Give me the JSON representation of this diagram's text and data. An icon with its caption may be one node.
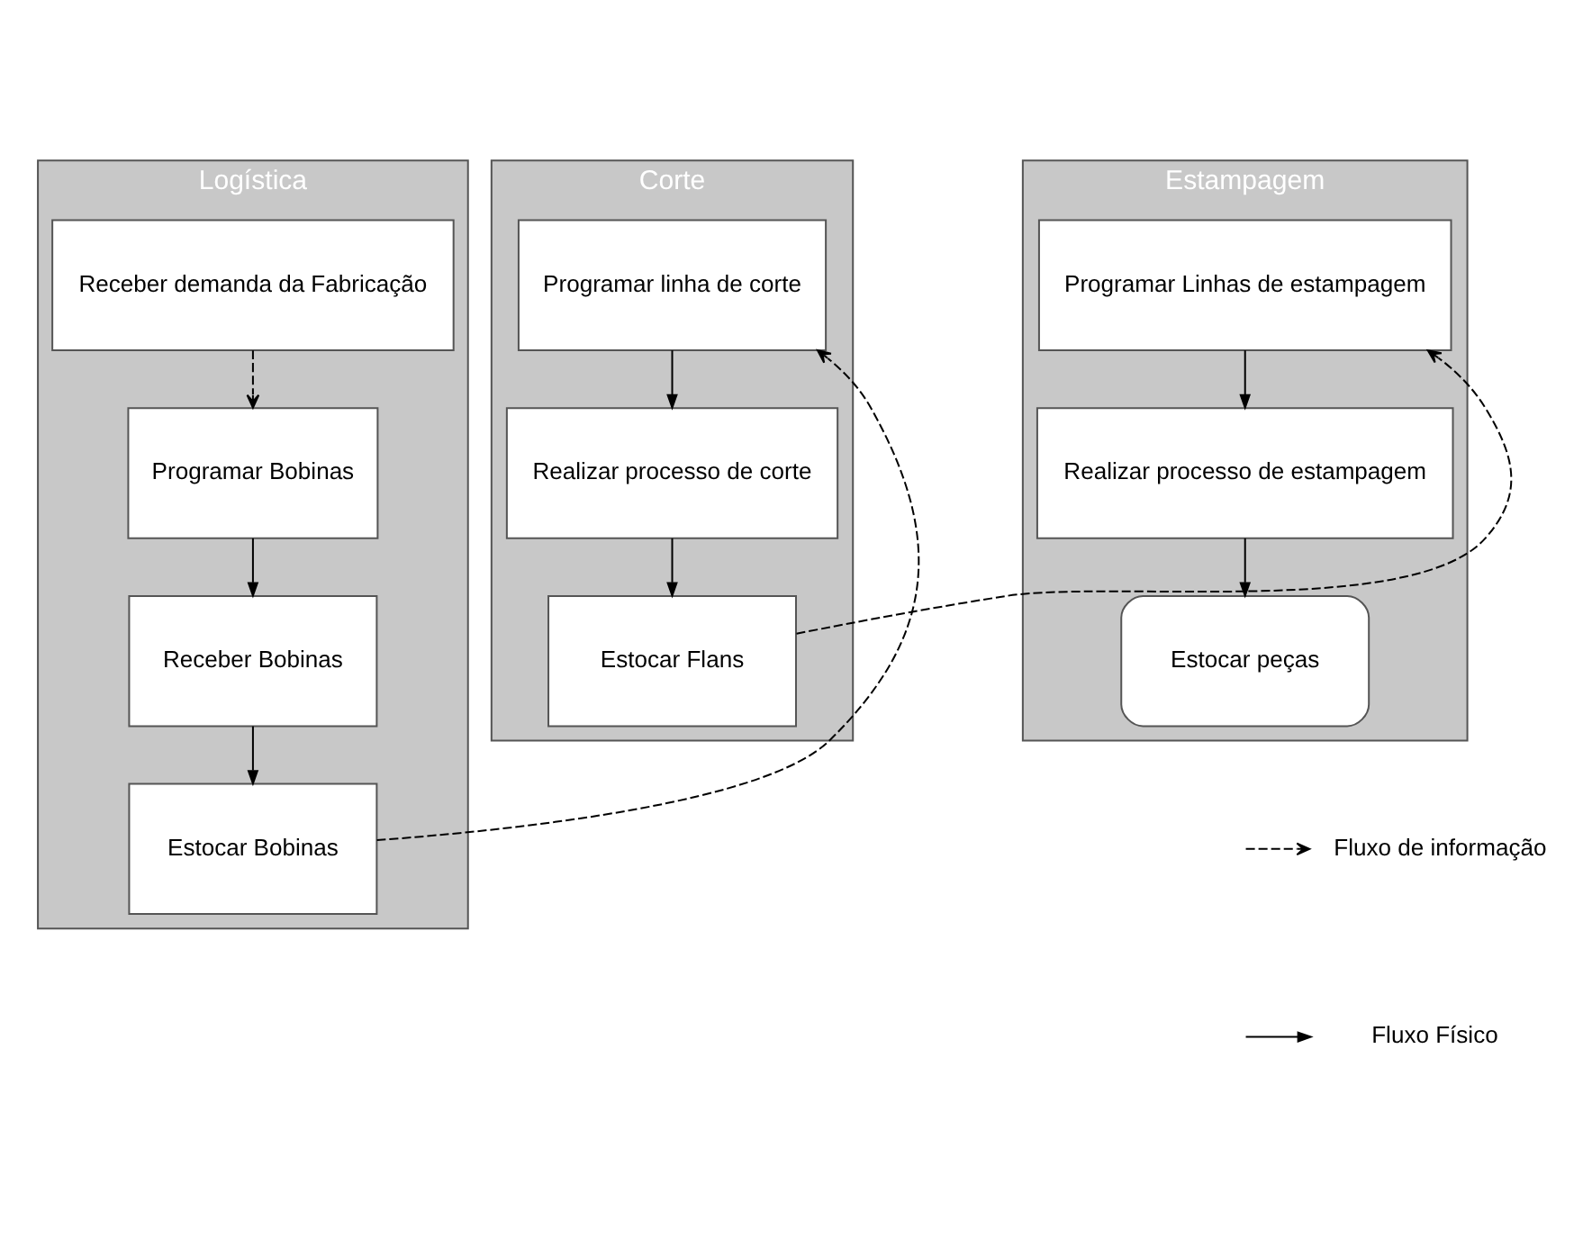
{
  "diagram": {
    "nodes": [
      {
        "text": [
          "Logística"
        ]
      },
      {
        "text": [
          "Corte"
        ]
      },
      {
        "text": [
          "Estampagem"
        ]
      },
      {
        "text": [
          "Receber demanda da Fabricação"
        ],
        "in": 0
      },
      {
        "text": [
          "Programar Bobinas"
        ],
        "in": 0
      },
      {
        "text": [
          "Receber Bobinas"
        ],
        "in": 0
      },
      {
        "text": [
          "Estocar Bobinas"
        ],
        "in": 0
      },
      {
        "text": [
          "Programar linha de corte"
        ],
        "in": 1
      },
      {
        "text": [
          "Realizar processo de corte"
        ],
        "in": 1
      },
      {
        "text": [
          "Estocar Flans"
        ],
        "in": 1
      },
      {
        "text": [
          "Programar Linhas de estampagem"
        ],
        "in": 2
      },
      {
        "text": [
          "Realizar processo de estampagem"
        ],
        "in": 2
      },
      {
        "text": [
          "Estocar peças"
        ],
        "in": 2
      }
    ],
    "edges": [
      {
        "from": 3,
        "to": 4,
        "arrow": "to",
        "style": "dashed"
      },
      {
        "from": 4,
        "to": 5,
        "arrow": "to"
      },
      {
        "from": 5,
        "to": 6,
        "arrow": "to"
      },
      {
        "from": 6,
        "to": 7,
        "arrow": "to",
        "style": "dashed"
      },
      {
        "from": 7,
        "to": 8,
        "arrow": "to"
      },
      {
        "from": 8,
        "to": 9,
        "arrow": "to"
      },
      {
        "from": 9,
        "to": 10,
        "arrow": "to",
        "style": "dashed"
      },
      {
        "from": 10,
        "to": 11,
        "arrow": "to"
      },
      {
        "from": 11,
        "to": 12,
        "arrow": "to"
      }
    ],
    "legend": [
      {
        "text": "Fluxo de informação"
      },
      {
        "text": "Fluxo Físico"
      }
    ]
  }
}
